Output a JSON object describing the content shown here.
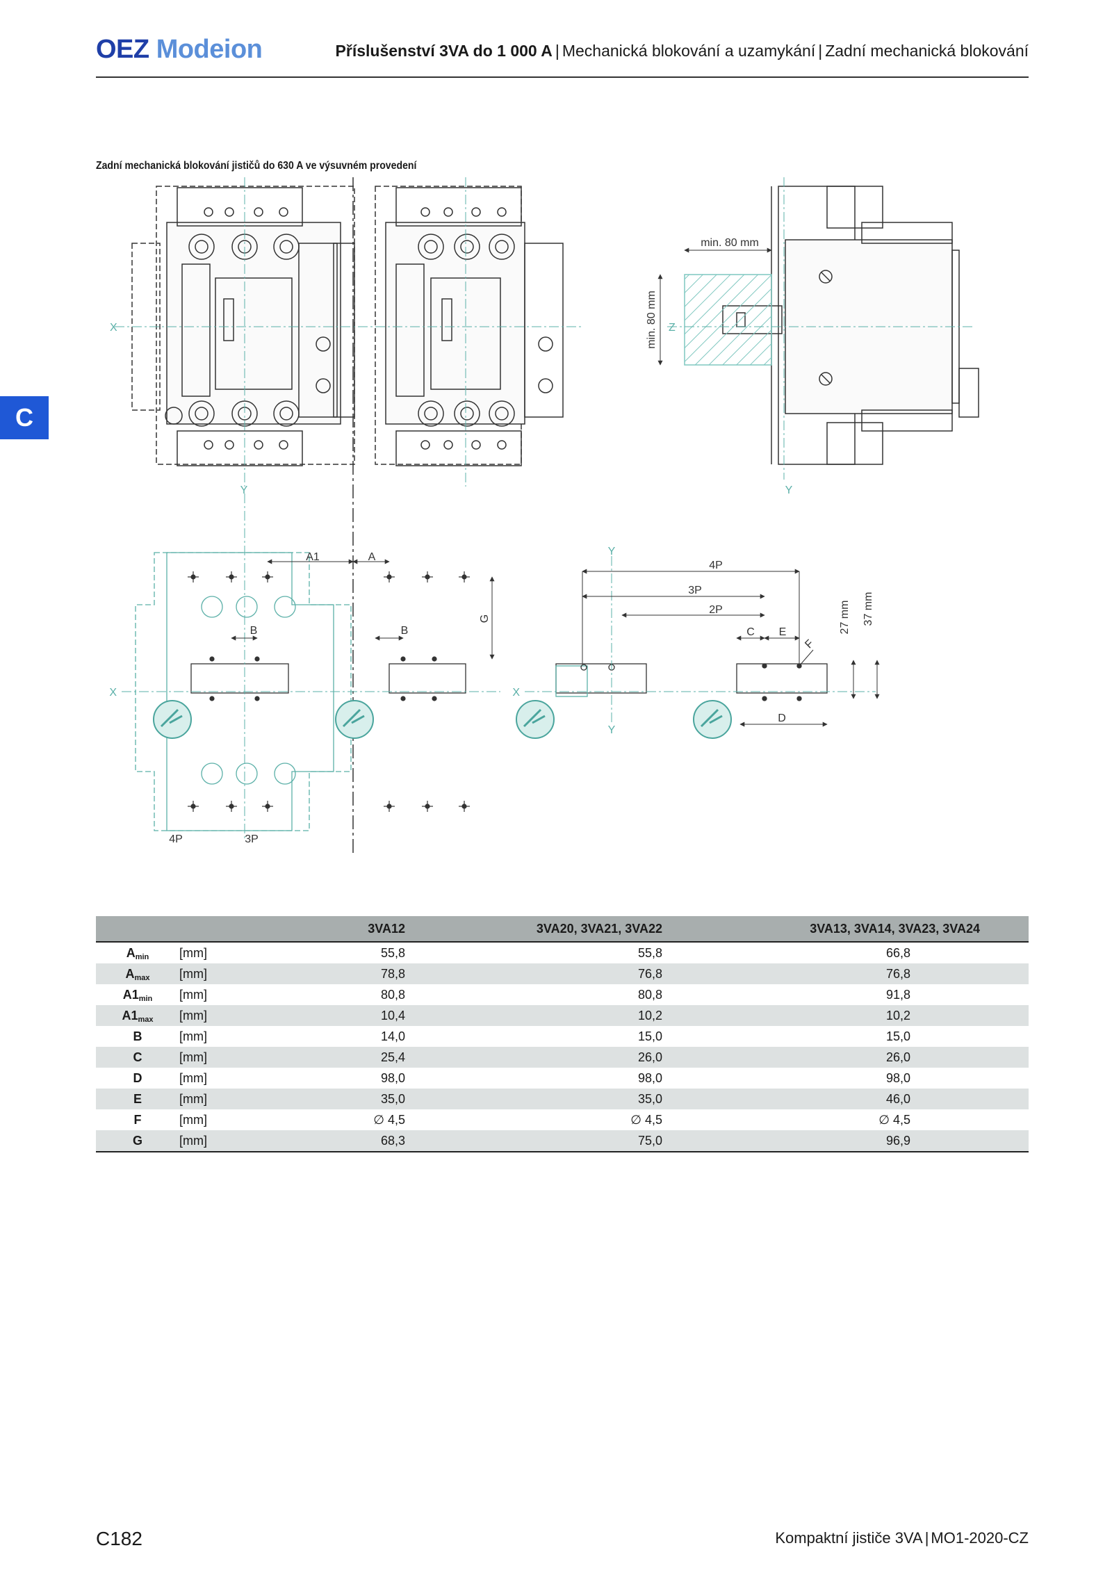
{
  "header": {
    "logo_oez": "OEZ",
    "logo_modeion": "Modeion",
    "path_bold": "Příslušenství 3VA do 1 000 A",
    "path_part2": "Mechanická blokování a uzamykání",
    "path_part3": "Zadní mechanická blokování"
  },
  "section_tab": "C",
  "subtitle": "Zadní mechanická blokování jističů do 630 A ve výsuvném provedení",
  "drawing_labels": {
    "x": "X",
    "y": "Y",
    "z": "Z",
    "min80_h": "min. 80 mm",
    "min80_v": "min. 80 mm",
    "a1": "A1",
    "a": "A",
    "b": "B",
    "g": "G",
    "p4": "4P",
    "p3": "3P",
    "p2": "2P",
    "c": "C",
    "e": "E",
    "f": "F",
    "d": "D",
    "mm27": "27 mm",
    "mm37": "37 mm"
  },
  "table": {
    "headers": [
      "3VA12",
      "3VA20, 3VA21, 3VA22",
      "3VA13, 3VA14, 3VA23, 3VA24"
    ],
    "rows": [
      {
        "param": "A",
        "sub": "min",
        "unit": "[mm]",
        "v1": "55,8",
        "v2": "55,8",
        "v3": "66,8"
      },
      {
        "param": "A",
        "sub": "max",
        "unit": "[mm]",
        "v1": "78,8",
        "v2": "76,8",
        "v3": "76,8"
      },
      {
        "param": "A1",
        "sub": "min",
        "unit": "[mm]",
        "v1": "80,8",
        "v2": "80,8",
        "v3": "91,8"
      },
      {
        "param": "A1",
        "sub": "max",
        "unit": "[mm]",
        "v1": "10,4",
        "v2": "10,2",
        "v3": "10,2"
      },
      {
        "param": "B",
        "sub": "",
        "unit": "[mm]",
        "v1": "14,0",
        "v2": "15,0",
        "v3": "15,0"
      },
      {
        "param": "C",
        "sub": "",
        "unit": "[mm]",
        "v1": "25,4",
        "v2": "26,0",
        "v3": "26,0"
      },
      {
        "param": "D",
        "sub": "",
        "unit": "[mm]",
        "v1": "98,0",
        "v2": "98,0",
        "v3": "98,0"
      },
      {
        "param": "E",
        "sub": "",
        "unit": "[mm]",
        "v1": "35,0",
        "v2": "35,0",
        "v3": "46,0"
      },
      {
        "param": "F",
        "sub": "",
        "unit": "[mm]",
        "v1": "∅ 4,5",
        "v2": "∅ 4,5",
        "v3": "∅ 4,5"
      },
      {
        "param": "G",
        "sub": "",
        "unit": "[mm]",
        "v1": "68,3",
        "v2": "75,0",
        "v3": "96,9"
      }
    ]
  },
  "footer": {
    "page": "C182",
    "catalog": "Kompaktní jističe 3VA",
    "code": "MO1-2020-CZ"
  }
}
